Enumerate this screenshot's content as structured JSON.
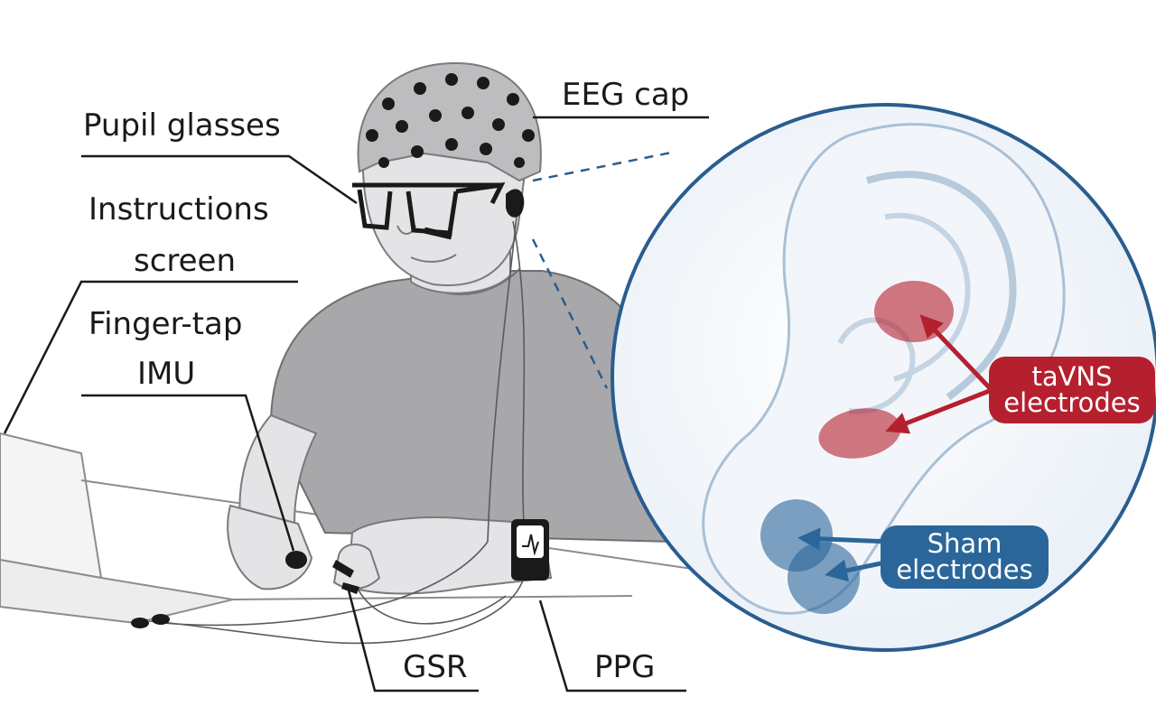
{
  "labels": {
    "eeg_cap": "EEG cap",
    "pupil_glasses": "Pupil glasses",
    "instructions_line1": "Instructions",
    "instructions_line2": "screen",
    "finger_tap_line1": "Finger-tap",
    "finger_tap_line2": "IMU",
    "gsr": "GSR",
    "ppg": "PPG"
  },
  "callouts": {
    "tavns_line1": "taVNS",
    "tavns_line2": "electrodes",
    "sham_line1": "Sham",
    "sham_line2": "electrodes"
  },
  "colors": {
    "tavns": "#b5202f",
    "sham": "#2a6699",
    "circle_border": "#2a5d8f",
    "skin": "#e4e4e6",
    "shirt": "#a8a8aa"
  }
}
